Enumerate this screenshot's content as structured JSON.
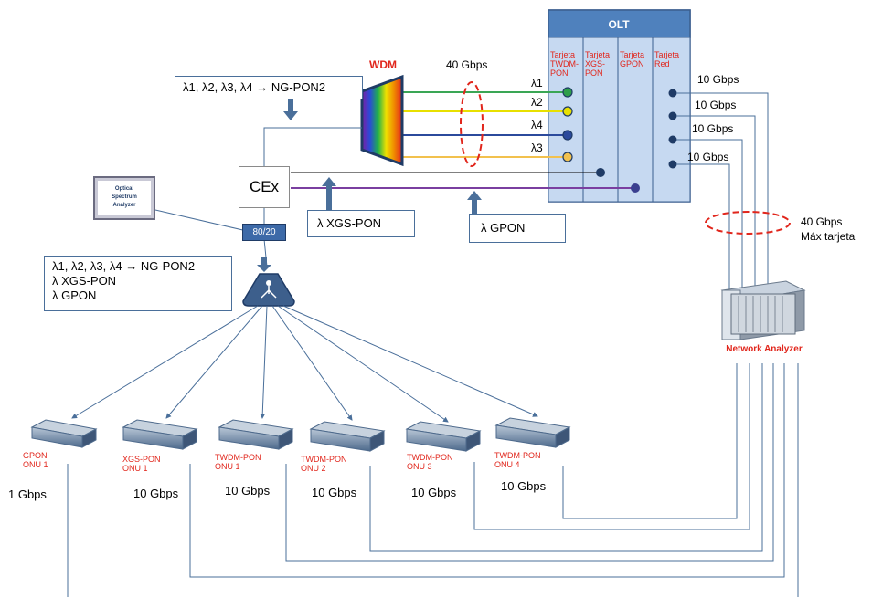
{
  "olt": {
    "title": "OLT",
    "cards": [
      "Tarjeta TWDM-PON",
      "Tarjeta XGS-PON",
      "Tarjeta GPON",
      "Tarjeta Red"
    ]
  },
  "wdm": {
    "label": "WDM",
    "wavelengths": [
      "λ1",
      "λ2",
      "λ4",
      "λ3"
    ]
  },
  "labels": {
    "gbps40_top": "40 Gbps",
    "gbps40_right": "40 Gbps",
    "max_tarjeta": "Máx tarjeta",
    "red_rates": [
      "10 Gbps",
      "10 Gbps",
      "10 Gbps",
      "10 Gbps"
    ],
    "cex": "CEx",
    "splitter_ratio": "80/20",
    "osa": [
      "Optical",
      "Spectrum",
      "Analyzer"
    ],
    "network_analyzer": "Network Analyzer"
  },
  "callouts": {
    "top": "λ1, λ2, λ3, λ4 → NG-PON2",
    "xgs": "λ XGS-PON",
    "gpon": "λ GPON",
    "left": [
      "λ1, λ2, λ3, λ4 → NG-PON2",
      "λ XGS-PON",
      "λ GPON"
    ]
  },
  "onus": [
    {
      "name": "GPON ONU 1",
      "rate": "1 Gbps"
    },
    {
      "name": "XGS-PON ONU 1",
      "rate": "10 Gbps"
    },
    {
      "name": "TWDM-PON ONU 1",
      "rate": "10 Gbps"
    },
    {
      "name": "TWDM-PON ONU 2",
      "rate": "10 Gbps"
    },
    {
      "name": "TWDM-PON ONU 3",
      "rate": "10 Gbps"
    },
    {
      "name": "TWDM-PON ONU 4",
      "rate": "10 Gbps"
    }
  ],
  "colors": {
    "line": "#4a6f9a",
    "olt_fill": "#c6d9f1",
    "olt_border": "#3b5f8f",
    "olt_header": "#4f81bd",
    "red": "#e1261c",
    "fiber_l1": "#3aa655",
    "fiber_l2": "#e8e000",
    "fiber_l4": "#2b4a9c",
    "fiber_l3": "#f2c14e",
    "fiber_xgs": "#000000",
    "fiber_gpon": "#7a3fa0",
    "port_l1": "#2e9e4a",
    "port_l2": "#e8e000",
    "port_l4": "#2b4a9c",
    "port_l3": "#f2c14e"
  }
}
